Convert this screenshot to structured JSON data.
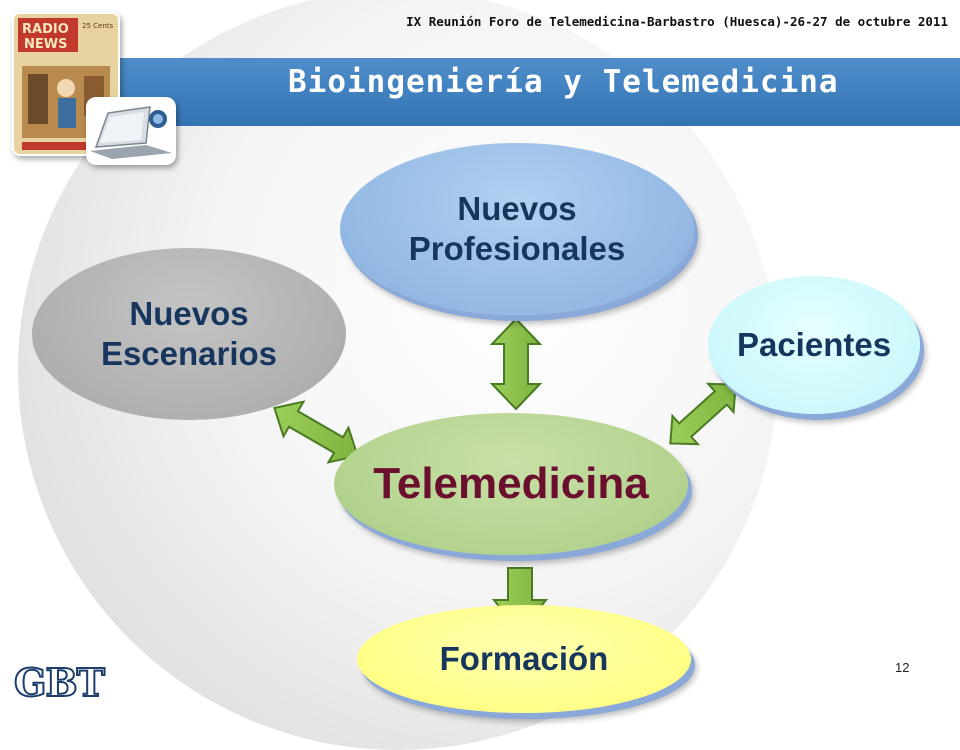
{
  "header": {
    "conference": "IX Reunión Foro de Telemedicina-Barbastro (Huesca)-26-27 de octubre 2011",
    "title": "Bioingeniería y Telemedicina"
  },
  "diagram": {
    "nodes": {
      "profesionales": {
        "line1": "Nuevos",
        "line2": "Profesionales"
      },
      "escenarios": {
        "line1": "Nuevos",
        "line2": "Escenarios"
      },
      "pacientes": "Pacientes",
      "telemedicina": "Telemedicina",
      "formacion": "Formación"
    },
    "colors": {
      "profesionales": "#93b9e4",
      "escenarios": "#b0b0b0",
      "pacientes": "#ccf8fc",
      "telemedicina": "#b3d38e",
      "formacion": "#ffff88",
      "arrow": "#8cc04a",
      "telemedicina_text": "#6b0f2e",
      "node_text": "#17365d"
    }
  },
  "magazine": {
    "title": "RADIO NEWS",
    "price": "25 Cents"
  },
  "footer": {
    "logo": "GBT",
    "page_number": "12"
  }
}
